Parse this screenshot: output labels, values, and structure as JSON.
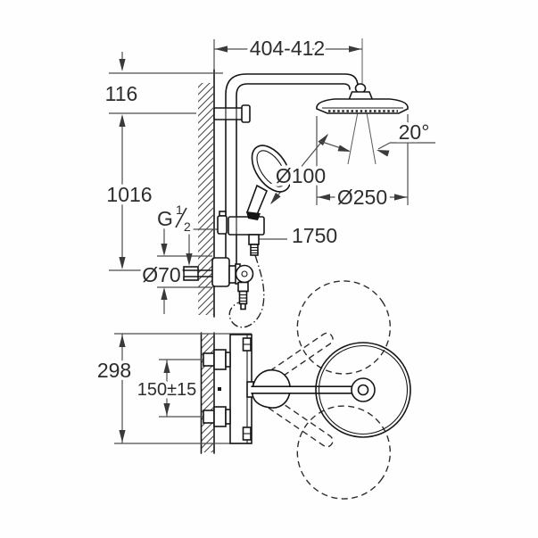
{
  "drawing": {
    "dims": {
      "arm_length": "404-412",
      "head_offset": "116",
      "riser_height": "1016",
      "thread_prefix": "G",
      "thread_numerator": "1",
      "thread_denominator": "2",
      "escutcheon_diameter": "Ø70",
      "hose_length": "1750",
      "hand_shower_diameter": "Ø100",
      "head_shower_diameter": "Ø250",
      "spray_angle": "20°",
      "body_height": "298",
      "inlet_spacing": "150±15"
    }
  }
}
